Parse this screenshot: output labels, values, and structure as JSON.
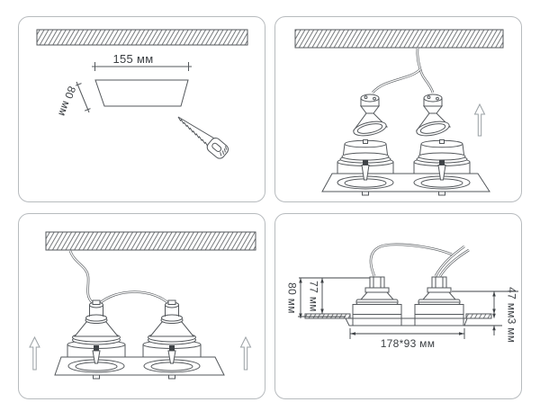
{
  "colors": {
    "line": "#53575b",
    "dimension_text": "#3b3f43",
    "arrow_outline": "#9aa0a4",
    "panel_border": "#b7bbbe",
    "background": "#ffffff"
  },
  "icons": {
    "ceiling": "ceiling-hatch",
    "saw": "saw-icon",
    "bulb": "lamp-bulb-icon",
    "arrow": "up-arrow-icon",
    "fixture": "downlight-frame",
    "wire": "power-wire"
  },
  "panels": {
    "step1_cutout": {
      "width_label": "155 мм",
      "depth_label": "80 мм"
    },
    "step2_wiring": {},
    "step3_mounting": {},
    "step4_dimensions": {
      "height_outer_label": "80 мм",
      "height_inner_label": "77 мм",
      "above_ceiling_label": "47 мм",
      "trim_thickness_label": "3 мм",
      "cutout_size_label": "178*93 мм"
    }
  }
}
